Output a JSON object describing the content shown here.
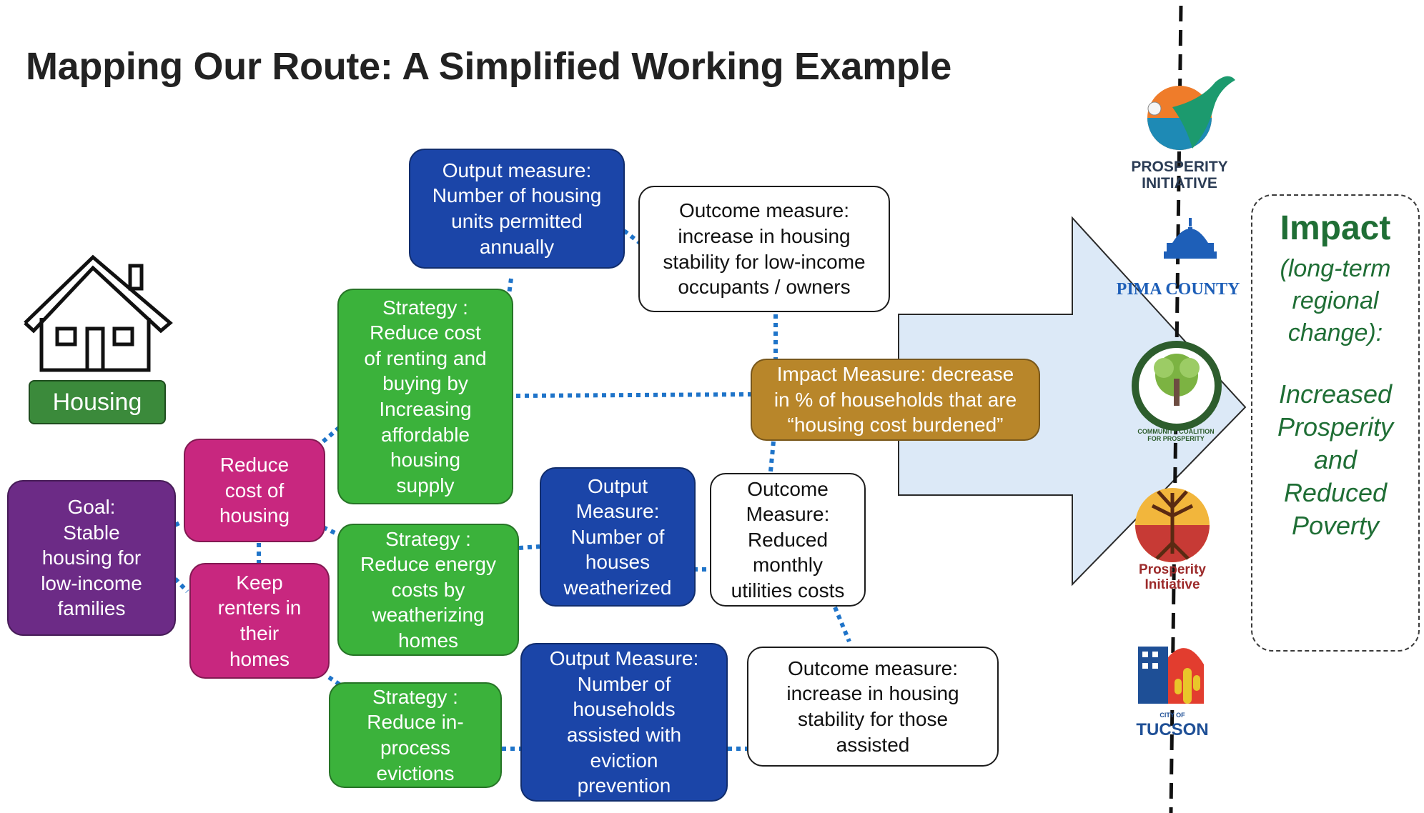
{
  "title": "Mapping Our Route: A Simplified Working Example",
  "housing_label": "Housing",
  "goal": "Goal:\nStable\nhousing for\nlow-income\nfamilies",
  "objectives": {
    "reduce_cost": "Reduce\ncost of\nhousing",
    "keep_renters": "Keep\nrenters in\ntheir\nhomes"
  },
  "strategies": {
    "affordable_supply": "Strategy :\nReduce cost\nof renting and\nbuying by\nIncreasing\naffordable\nhousing\nsupply",
    "weatherizing": "Strategy :\nReduce energy\ncosts by\nweatherizing\nhomes",
    "evictions": "Strategy :\nReduce in-\nprocess\nevictions"
  },
  "outputs": {
    "permits": "Output measure:\nNumber of housing\nunits permitted\nannually",
    "weatherized": "Output\nMeasure:\nNumber of\nhouses\nweatherized",
    "eviction_prevention": "Output Measure:\nNumber of\nhouseholds\nassisted with\neviction\nprevention"
  },
  "outcomes": {
    "stability_owners": "Outcome measure:\nincrease in housing\nstability for low-income\noccupants / owners",
    "utilities": "Outcome\nMeasure:\nReduced\nmonthly\nutilities costs",
    "stability_assisted": "Outcome measure:\nincrease in housing\nstability for those\nassisted"
  },
  "impact_measure": "Impact Measure: decrease\nin % of households that are\n“housing cost burdened”",
  "impact_panel": {
    "title": "Impact",
    "subtitle": "(long-term\nregional\nchange):",
    "result": "Increased\nProsperity\nand\nReduced\nPoverty"
  },
  "logos": {
    "prosperity_initiative_top": "PROSPERITY\nINITIATIVE",
    "pima_county": "PIMA COUNTY",
    "community_coalition": "COMMUNITY COALITION\nFOR PROSPERITY",
    "prosperity_initiative_bottom": "Prosperity\nInitiative",
    "city_of": "CITY OF",
    "tucson": "TUCSON"
  },
  "colors": {
    "blue": "#1b45a8",
    "green": "#3bb23b",
    "pink": "#c8277f",
    "purple": "#6c2b86",
    "gold": "#b8862a",
    "impact_text": "#1f6e35",
    "arrow_fill": "#dce9f7",
    "connector": "#1f74c9"
  }
}
